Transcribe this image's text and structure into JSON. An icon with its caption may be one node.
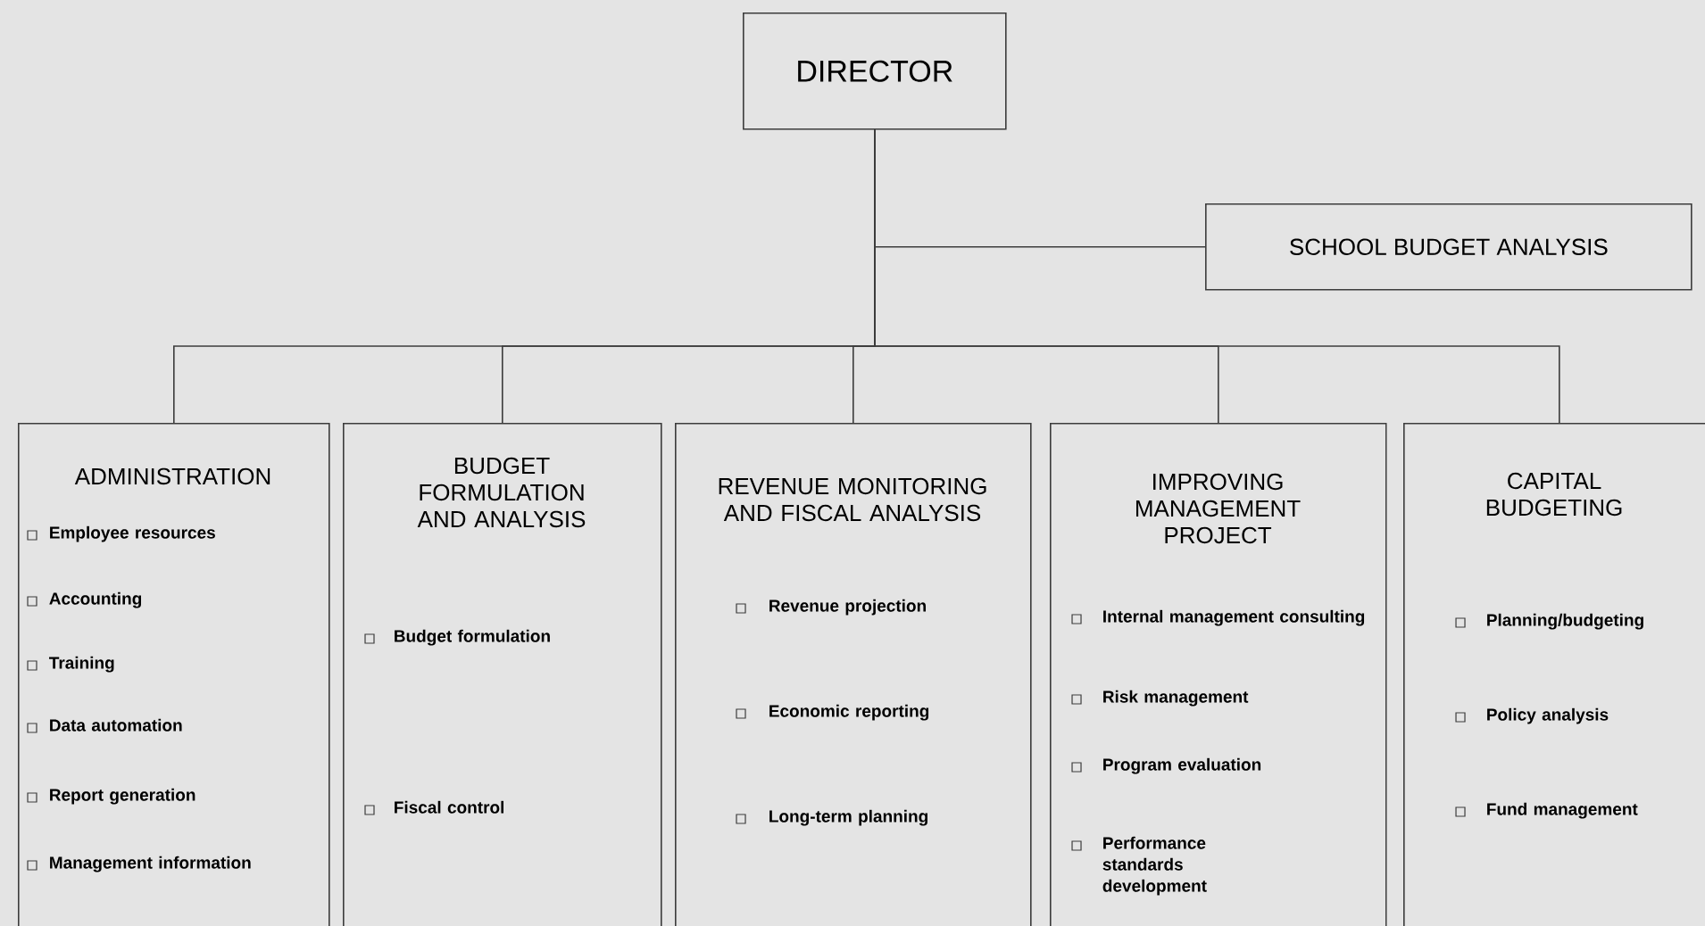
{
  "diagram": {
    "nodes": [
      {
        "text": [
          "DIRECTOR"
        ]
      },
      {
        "text": [
          "SCHOOL BUDGET ANALYSIS"
        ]
      },
      {
        "text": [
          "ADMINISTRATION",
          "Employee resources",
          "Accounting",
          "Training",
          "Data automation",
          "Report generation",
          "Management information"
        ]
      },
      {
        "text": [
          "BUDGET FORMULATION AND ANALYSIS",
          "Budget formulation",
          "Fiscal control"
        ]
      },
      {
        "text": [
          "REVENUE MONITORING AND FISCAL ANALYSIS",
          "Revenue projection",
          "Economic reporting",
          "Long-term planning"
        ]
      },
      {
        "text": [
          "IMPROVING MANAGEMENT PROJECT",
          "Internal management consulting",
          "Risk management",
          "Program evaluation",
          "Performance standards development"
        ]
      },
      {
        "text": [
          "CAPITAL BUDGETING",
          "Planning/budgeting",
          "Policy analysis",
          "Fund management"
        ]
      }
    ],
    "edges": [
      {
        "from": 0,
        "to": 1,
        "arrow": "none"
      },
      {
        "from": 0,
        "to": 2,
        "arrow": "none"
      },
      {
        "from": 0,
        "to": 3,
        "arrow": "none"
      },
      {
        "from": 0,
        "to": 4,
        "arrow": "none"
      },
      {
        "from": 0,
        "to": 5,
        "arrow": "none"
      },
      {
        "from": 0,
        "to": 6,
        "arrow": "none"
      }
    ]
  }
}
